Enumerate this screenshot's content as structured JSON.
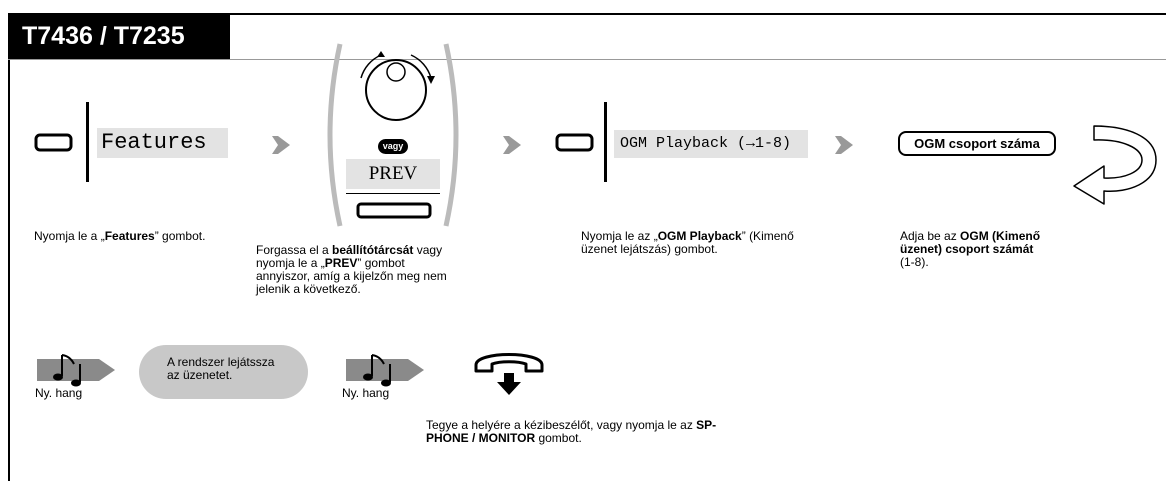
{
  "title": "T7436 / T7235",
  "steps": {
    "features": {
      "display": "Features",
      "desc_pre": "Nyomja le a „",
      "desc_bold": "Features",
      "desc_post": "” gombot."
    },
    "jog": {
      "or_label": "vagy",
      "prev_display": "PREV",
      "desc_pre": "Forgassa el a ",
      "desc_bold1": "beállítótárcsát",
      "desc_mid": " vagy nyomja le a „",
      "desc_bold2": "PREV",
      "desc_post": "” gombot annyiszor, amíg a kijelzőn meg nem jelenik a következő."
    },
    "ogm": {
      "display": "OGM Playback (→1-8)",
      "desc_pre": "Nyomja le az „",
      "desc_bold": "OGM Playback",
      "desc_post": "” (Kimenő üzenet lejátszás) gombot."
    },
    "group": {
      "label": "OGM csoport száma",
      "desc_pre": "Adja be az ",
      "desc_bold": "OGM (Kimenő üzenet) csoport számát",
      "desc_post": " (1-8)."
    },
    "tone1": {
      "label": "Ny. hang"
    },
    "playback": {
      "text": "A rendszer lejátssza az üzenetet."
    },
    "tone2": {
      "label": "Ny. hang"
    },
    "hangup": {
      "desc_pre": "Tegye a helyére a kézibeszélőt, vagy nyomja le az ",
      "desc_bold": "SP-PHONE / MONITOR",
      "desc_post": " gombot."
    }
  }
}
